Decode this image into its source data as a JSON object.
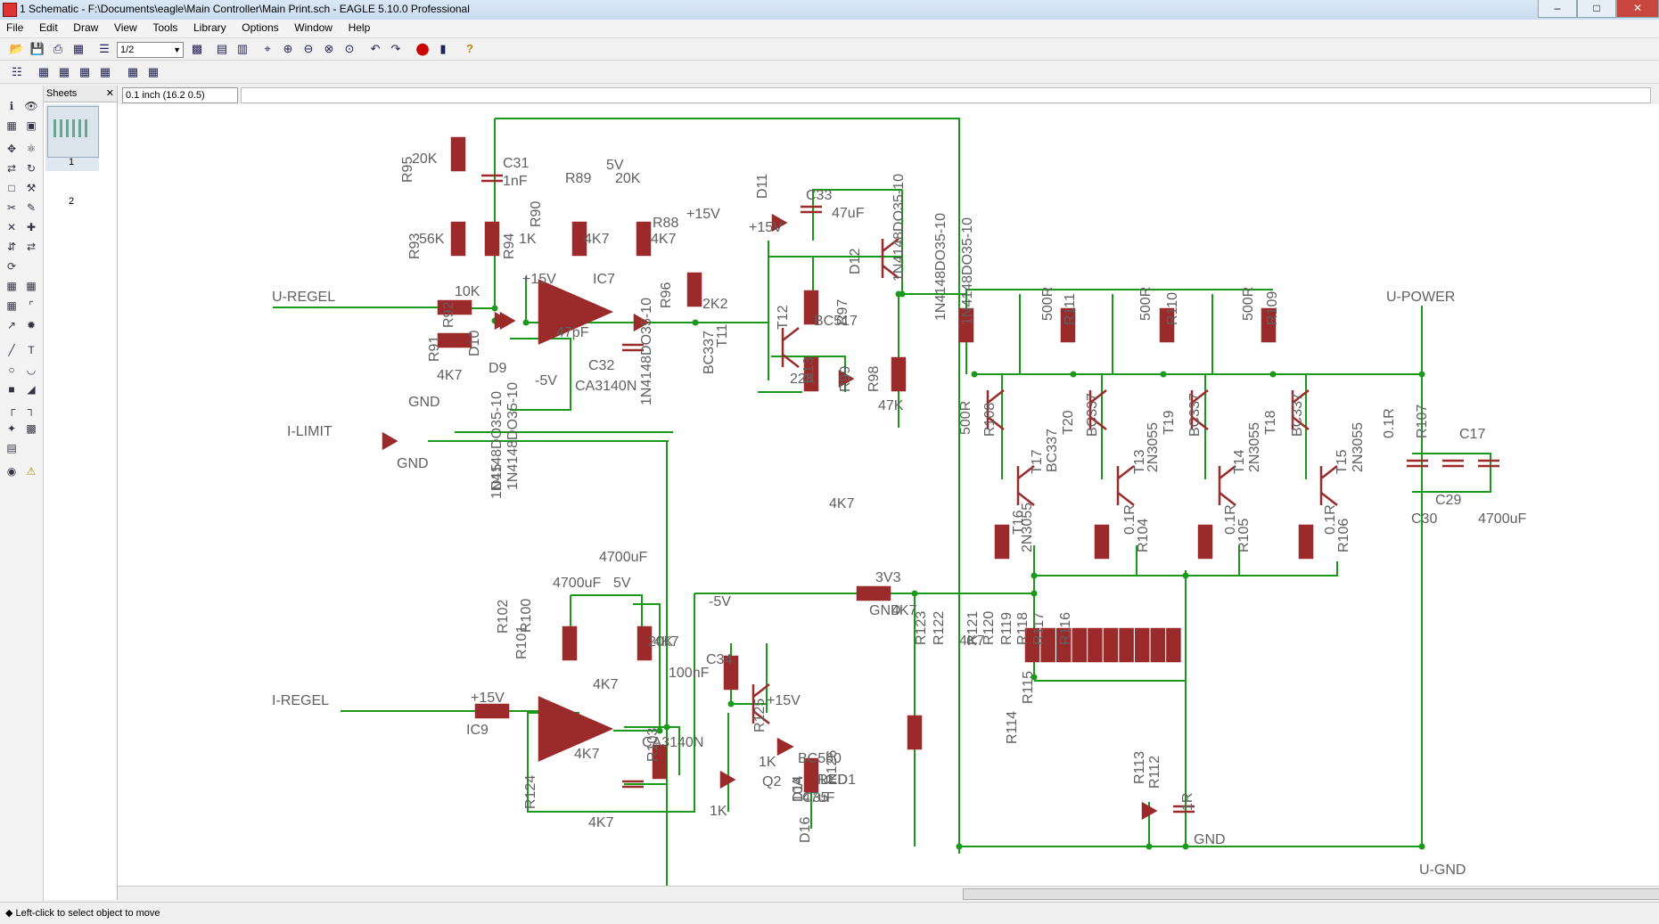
{
  "window": {
    "title": "1 Schematic - F:\\Documents\\eagle\\Main Controller\\Main Print.sch - EAGLE 5.10.0 Professional"
  },
  "menu": [
    "File",
    "Edit",
    "Draw",
    "View",
    "Tools",
    "Library",
    "Options",
    "Window",
    "Help"
  ],
  "toolbar": {
    "zoom_value": "1/2"
  },
  "coords": {
    "value": "0.1 inch (16.2 0.5)"
  },
  "sheets": {
    "header": "Sheets",
    "items": [
      "1",
      "2"
    ]
  },
  "status": {
    "text": "Left-click to select object to move"
  },
  "schematic": {
    "nets": [
      "U-REGEL",
      "I-LIMIT",
      "I-REGEL",
      "U-POWER",
      "U-GND"
    ],
    "labels": [
      "20K",
      "R95",
      "C31",
      "1nF",
      "R89",
      "5V",
      "20K",
      "R90",
      "4K7",
      "R88",
      "4K7",
      "56K",
      "R93",
      "1K",
      "R94",
      "+15V",
      "IC7",
      "10K",
      "R92",
      "D10",
      "R91",
      "4K7",
      "D9",
      "GND",
      "47pF",
      "C32",
      "-5V",
      "CA3140N",
      "R96",
      "2K2",
      "+15V",
      "1N4148DO35-10",
      "D11",
      "C33",
      "47uF",
      "+15V",
      "D12",
      "1N4148DO35-10",
      "T11",
      "BC337",
      "T12",
      "BC517",
      "R97",
      "22K",
      "D13",
      "R98",
      "47K",
      "R99",
      "4K7",
      "GND",
      "1N4148DO35-10",
      "D15",
      "1N4148DO35-10",
      "1N4148DO35-10",
      "1N4148DO35-10",
      "500R",
      "R111",
      "500R",
      "R110",
      "500R",
      "R109",
      "500R",
      "R108",
      "T20",
      "BC337",
      "T19",
      "BC337",
      "T18",
      "BC337",
      "T17",
      "BC337",
      "T13",
      "2N3055",
      "T14",
      "2N3055",
      "T15",
      "2N3055",
      "T16",
      "2N3055",
      "0.1R",
      "R104",
      "0.1R",
      "R105",
      "0.1R",
      "R106",
      "0.1R",
      "R107",
      "C17",
      "C29",
      "C30",
      "4700uF",
      "4700uF",
      "4700uF",
      "5V",
      "R100",
      "20K",
      "R102",
      "4K7",
      "R101",
      "4K7",
      "+15V",
      "IC9",
      "4K7",
      "R103",
      "CA3140N",
      "R124",
      "4K7",
      "-5V",
      "C34",
      "100nF",
      "+15V",
      "R125",
      "1K",
      "Q2",
      "BC560",
      "LED1",
      "RED",
      "R126",
      "1K",
      "D16",
      "3V3",
      "GND",
      "4K7",
      "R123",
      "R122",
      "4K7",
      "R121",
      "R120",
      "R119",
      "R118",
      "R117",
      "R116",
      "R115",
      "R114",
      "R113",
      "R112",
      "1R",
      "GND",
      "D14",
      "10A",
      "C35",
      "47uF"
    ]
  }
}
